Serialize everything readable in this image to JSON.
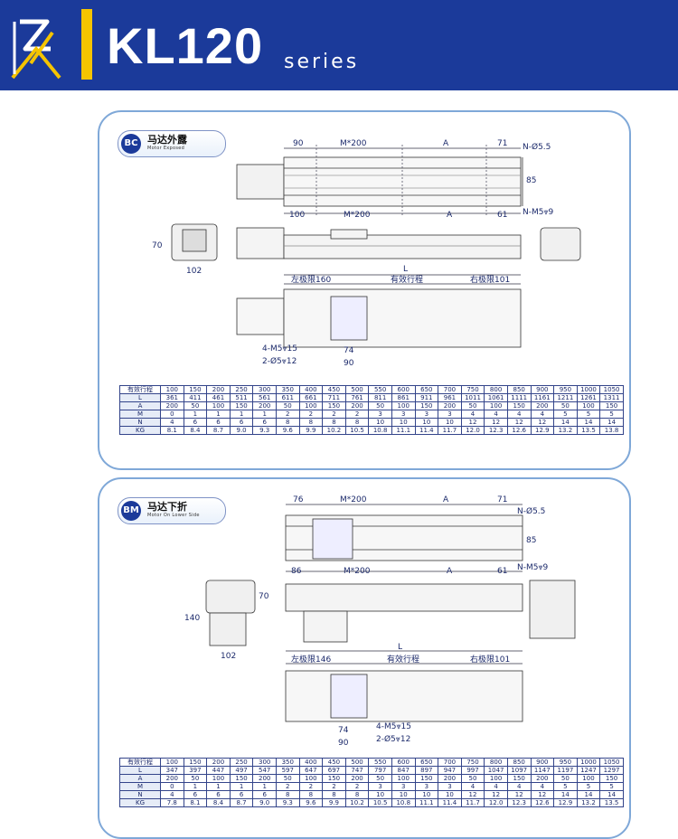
{
  "header": {
    "title": "KL120",
    "subtitle": "series",
    "brand_color": "#1b3a9a",
    "accent_color": "#f5c400",
    "logo_icon": "zk-logo-icon"
  },
  "panels": {
    "bc": {
      "code": "BC",
      "title": "马达外露",
      "subtitle": "Motor Exposed",
      "top_view": {
        "dims_top": [
          "90",
          "M*200",
          "A",
          "71"
        ],
        "dims_bottom": [
          "100",
          "M*200",
          "A",
          "61"
        ],
        "height": "85",
        "hole_top": "N-Ø5.5",
        "hole_bottom": "N-M5⩔9"
      },
      "side_view": {
        "height": "70",
        "width": "102"
      },
      "bottom_view": {
        "length": "L",
        "left_limit": "左极限160",
        "stroke": "有效行程",
        "right_limit": "右极限101",
        "holes1": "4-M5⩔15",
        "holes2": "2-Ø5⩔12",
        "w74": "74",
        "w90": "90"
      },
      "table": {
        "headers": [
          "有效行程",
          "100",
          "150",
          "200",
          "250",
          "300",
          "350",
          "400",
          "450",
          "500",
          "550",
          "600",
          "650",
          "700",
          "750",
          "800",
          "850",
          "900",
          "950",
          "1000",
          "1050"
        ],
        "rows": [
          {
            "label": "L",
            "values": [
              "361",
              "411",
              "461",
              "511",
              "561",
              "611",
              "661",
              "711",
              "761",
              "811",
              "861",
              "911",
              "961",
              "1011",
              "1061",
              "1111",
              "1161",
              "1211",
              "1261",
              "1311"
            ]
          },
          {
            "label": "A",
            "values": [
              "200",
              "50",
              "100",
              "150",
              "200",
              "50",
              "100",
              "150",
              "200",
              "50",
              "100",
              "150",
              "200",
              "50",
              "100",
              "150",
              "200",
              "50",
              "100",
              "150"
            ]
          },
          {
            "label": "M",
            "values": [
              "0",
              "1",
              "1",
              "1",
              "1",
              "2",
              "2",
              "2",
              "2",
              "3",
              "3",
              "3",
              "3",
              "4",
              "4",
              "4",
              "4",
              "5",
              "5",
              "5"
            ]
          },
          {
            "label": "N",
            "values": [
              "4",
              "6",
              "6",
              "6",
              "6",
              "8",
              "8",
              "8",
              "8",
              "10",
              "10",
              "10",
              "10",
              "12",
              "12",
              "12",
              "12",
              "14",
              "14",
              "14"
            ]
          },
          {
            "label": "KG",
            "values": [
              "8.1",
              "8.4",
              "8.7",
              "9.0",
              "9.3",
              "9.6",
              "9.9",
              "10.2",
              "10.5",
              "10.8",
              "11.1",
              "11.4",
              "11.7",
              "12.0",
              "12.3",
              "12.6",
              "12.9",
              "13.2",
              "13.5",
              "13.8"
            ]
          }
        ]
      }
    },
    "bm": {
      "code": "BM",
      "title": "马达下折",
      "subtitle": "Motor On Lower Side",
      "top_view": {
        "dims_top": [
          "76",
          "M*200",
          "A",
          "71"
        ],
        "dims_bottom": [
          "86",
          "M*200",
          "A",
          "61"
        ],
        "height": "85",
        "hole_top": "N-Ø5.5",
        "hole_bottom": "N-M5⩔9"
      },
      "side_view": {
        "height": "70",
        "height_total": "140",
        "width": "102"
      },
      "bottom_view": {
        "length": "L",
        "left_limit": "左极限146",
        "stroke": "有效行程",
        "right_limit": "右极限101",
        "holes1": "4-M5⩔15",
        "holes2": "2-Ø5⩔12",
        "w74": "74",
        "w90": "90"
      },
      "table": {
        "headers": [
          "有效行程",
          "100",
          "150",
          "200",
          "250",
          "300",
          "350",
          "400",
          "450",
          "500",
          "550",
          "600",
          "650",
          "700",
          "750",
          "800",
          "850",
          "900",
          "950",
          "1000",
          "1050"
        ],
        "rows": [
          {
            "label": "L",
            "values": [
              "347",
              "397",
              "447",
              "497",
              "547",
              "597",
              "647",
              "697",
              "747",
              "797",
              "847",
              "897",
              "947",
              "997",
              "1047",
              "1097",
              "1147",
              "1197",
              "1247",
              "1297"
            ]
          },
          {
            "label": "A",
            "values": [
              "200",
              "50",
              "100",
              "150",
              "200",
              "50",
              "100",
              "150",
              "200",
              "50",
              "100",
              "150",
              "200",
              "50",
              "100",
              "150",
              "200",
              "50",
              "100",
              "150"
            ]
          },
          {
            "label": "M",
            "values": [
              "0",
              "1",
              "1",
              "1",
              "1",
              "2",
              "2",
              "2",
              "2",
              "3",
              "3",
              "3",
              "3",
              "4",
              "4",
              "4",
              "4",
              "5",
              "5",
              "5"
            ]
          },
          {
            "label": "N",
            "values": [
              "4",
              "6",
              "6",
              "6",
              "6",
              "8",
              "8",
              "8",
              "8",
              "10",
              "10",
              "10",
              "10",
              "12",
              "12",
              "12",
              "12",
              "14",
              "14",
              "14"
            ]
          },
          {
            "label": "KG",
            "values": [
              "7.8",
              "8.1",
              "8.4",
              "8.7",
              "9.0",
              "9.3",
              "9.6",
              "9.9",
              "10.2",
              "10.5",
              "10.8",
              "11.1",
              "11.4",
              "11.7",
              "12.0",
              "12.3",
              "12.6",
              "12.9",
              "13.2",
              "13.5"
            ]
          }
        ]
      }
    }
  }
}
